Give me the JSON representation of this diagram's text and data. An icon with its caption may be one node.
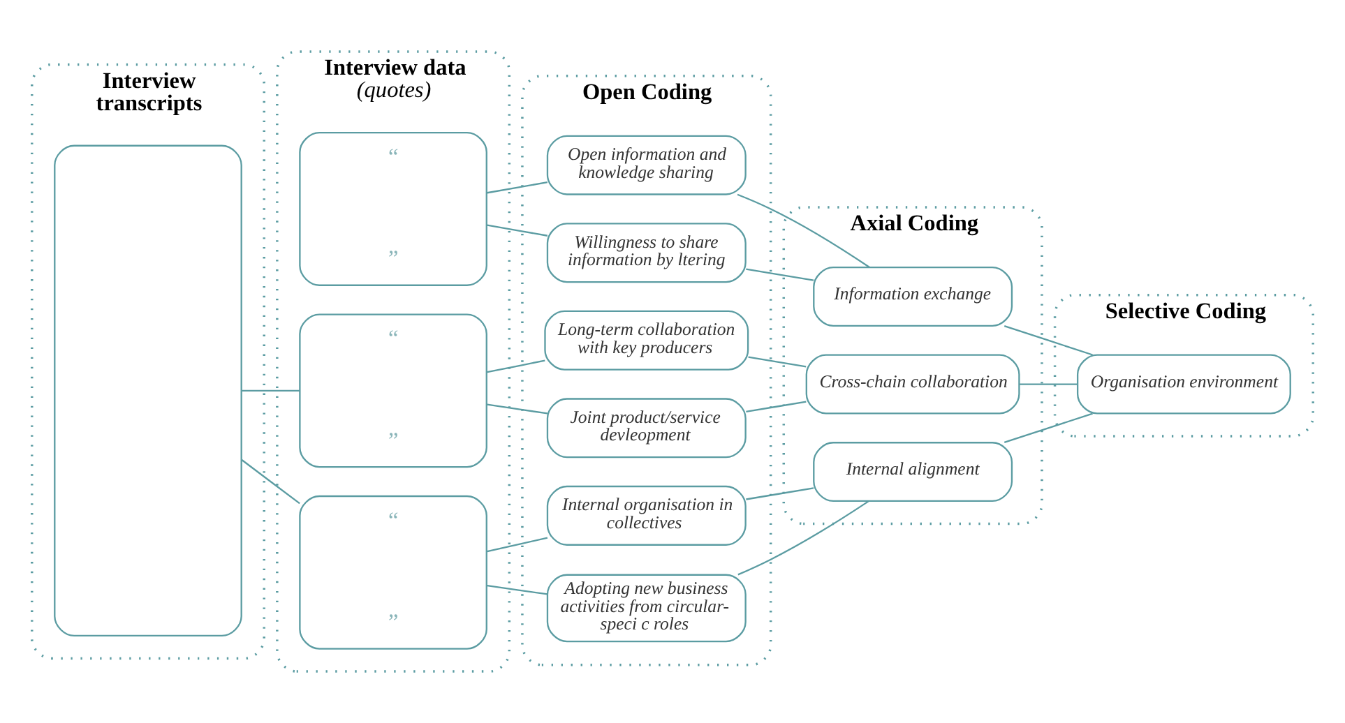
{
  "diagram": {
    "nodes": [
      {
        "text": [
          "Interview transcripts"
        ]
      },
      {
        "text": [],
        "shape": "box",
        "in": 0
      },
      {
        "text": [
          "Interview data",
          "(quotes)"
        ]
      },
      {
        "text": [
          "“",
          "”"
        ],
        "in": 2
      },
      {
        "text": [
          "“",
          "”"
        ],
        "in": 2
      },
      {
        "text": [
          "“",
          "”"
        ],
        "in": 2
      },
      {
        "text": [
          "Open Coding"
        ]
      },
      {
        "text": [
          "Open information and knowledge sharing"
        ],
        "in": 6
      },
      {
        "text": [
          "Willingness to share information by ltering"
        ],
        "in": 6
      },
      {
        "text": [
          "Long-term collaboration with key producers"
        ],
        "in": 6
      },
      {
        "text": [
          "Joint product/service devleopment"
        ],
        "in": 6
      },
      {
        "text": [
          "Internal organisation in collectives"
        ],
        "in": 6
      },
      {
        "text": [
          "Adopting new business activities from circular-speci c roles"
        ],
        "in": 6
      },
      {
        "text": [
          "Axial Coding"
        ]
      },
      {
        "text": [
          "Information exchange"
        ],
        "in": 13
      },
      {
        "text": [
          "Cross-chain collaboration"
        ],
        "in": 13
      },
      {
        "text": [
          "Internal alignment"
        ],
        "in": 13
      },
      {
        "text": [
          "Selective Coding"
        ]
      },
      {
        "text": [
          "Organisation environment"
        ],
        "in": 17
      }
    ],
    "edges": [
      {
        "from": 1,
        "to": 4,
        "arrow": "none"
      },
      {
        "from": 1,
        "to": 5,
        "arrow": "none"
      },
      {
        "from": 3,
        "to": 7,
        "arrow": "none"
      },
      {
        "from": 3,
        "to": 8,
        "arrow": "none"
      },
      {
        "from": 4,
        "to": 9,
        "arrow": "none"
      },
      {
        "from": 4,
        "to": 10,
        "arrow": "none"
      },
      {
        "from": 5,
        "to": 11,
        "arrow": "none"
      },
      {
        "from": 5,
        "to": 12,
        "arrow": "none"
      },
      {
        "from": 7,
        "to": 14,
        "arrow": "none"
      },
      {
        "from": 8,
        "to": 14,
        "arrow": "none"
      },
      {
        "from": 9,
        "to": 15,
        "arrow": "none"
      },
      {
        "from": 10,
        "to": 15,
        "arrow": "none"
      },
      {
        "from": 11,
        "to": 16,
        "arrow": "none"
      },
      {
        "from": 12,
        "to": 16,
        "arrow": "none"
      },
      {
        "from": 14,
        "to": 18,
        "arrow": "none"
      },
      {
        "from": 15,
        "to": 18,
        "arrow": "none"
      },
      {
        "from": 16,
        "to": 18,
        "arrow": "none"
      }
    ]
  }
}
